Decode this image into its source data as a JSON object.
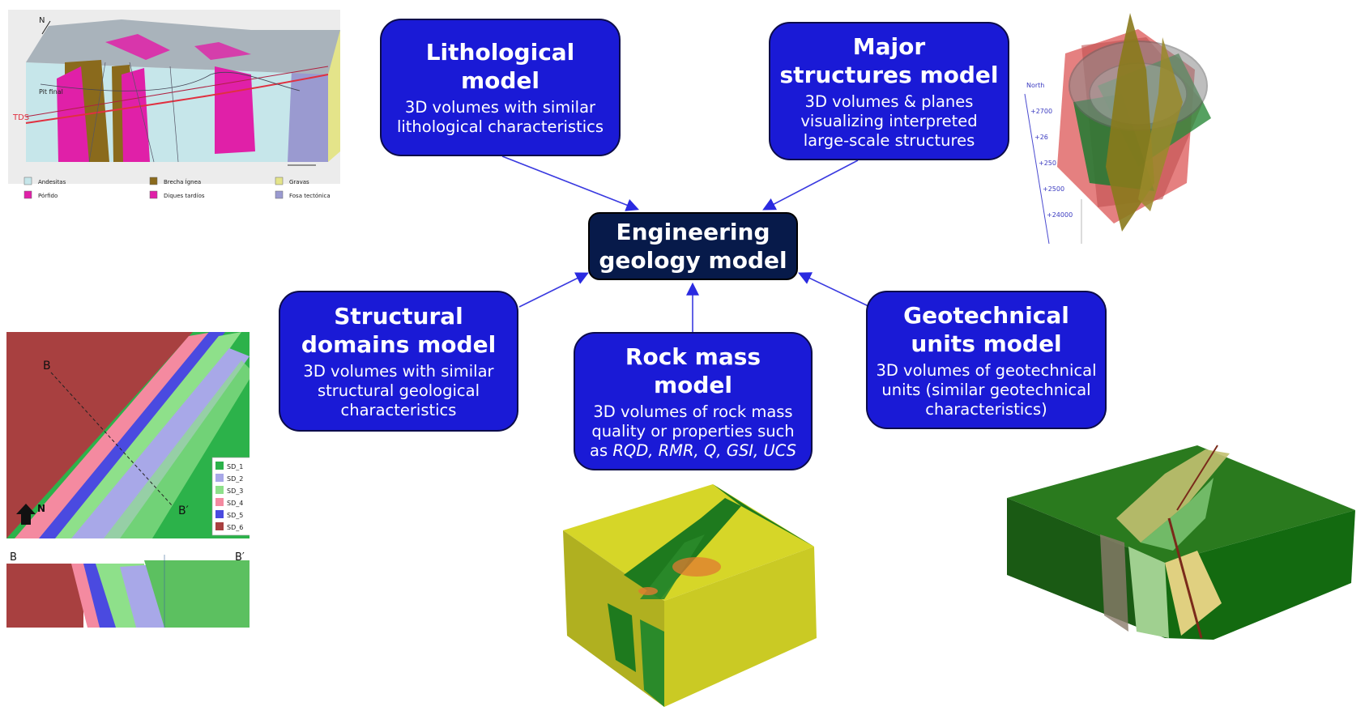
{
  "center": {
    "title": "Engineering\ngeology model"
  },
  "boxes": {
    "lithological": {
      "title": "Lithological\nmodel",
      "desc": "3D volumes with similar\nlithological characteristics"
    },
    "major": {
      "title": "Major\nstructures model",
      "desc": "3D volumes & planes\nvisualizing interpreted\nlarge-scale structures"
    },
    "structural": {
      "title": "Structural\ndomains model",
      "desc": "3D volumes with similar\nstructural geological\ncharacteristics"
    },
    "rockmass": {
      "title": "Rock mass\nmodel",
      "desc_a": "3D volumes of rock mass\nquality or properties such\nas ",
      "desc_b": "RQD, RMR, Q, GSI, UCS"
    },
    "geotech": {
      "title": "Geotechnical\nunits model",
      "desc": "3D volumes of geotechnical\nunits (similar geotechnical\ncharacteristics)"
    }
  },
  "litho_image": {
    "labels": {
      "pit": "Pit final",
      "tds": "TDS",
      "north": "N"
    },
    "legend": [
      {
        "label": "Andesitas",
        "color": "#c6e6ea",
        "glyph": "v"
      },
      {
        "label": "Pórfido",
        "color": "#e020a8",
        "glyph": "+"
      },
      {
        "label": "Brecha Ígnea",
        "color": "#8a6a1c",
        "glyph": "Δ"
      },
      {
        "label": "Diques tardíos",
        "color": "#e020a8",
        "glyph": "|"
      },
      {
        "label": "Gravas",
        "color": "#e4e48a",
        "glyph": ""
      },
      {
        "label": "Fosa tectónica",
        "color": "#9a9ad0",
        "glyph": ""
      }
    ]
  },
  "domains_image": {
    "labels": {
      "b": "B",
      "bprime": "B′",
      "north": "N"
    },
    "legend": [
      {
        "label": "SD_1",
        "color": "#2cb24a"
      },
      {
        "label": "SD_2",
        "color": "#a8a8e8"
      },
      {
        "label": "SD_3",
        "color": "#8ee08a"
      },
      {
        "label": "SD_4",
        "color": "#f48aa0"
      },
      {
        "label": "SD_5",
        "color": "#4a4ae0"
      },
      {
        "label": "SD_6",
        "color": "#a84040"
      }
    ],
    "section": {
      "b": "B",
      "bprime": "B′"
    }
  },
  "major_image": {
    "ticks": [
      "North",
      "+2700",
      "+26",
      "+250",
      "+2500",
      "+24000"
    ]
  },
  "colors": {
    "box": "#1a1ad6",
    "center": "#071a4a",
    "arrow": "#2a2ae0"
  }
}
